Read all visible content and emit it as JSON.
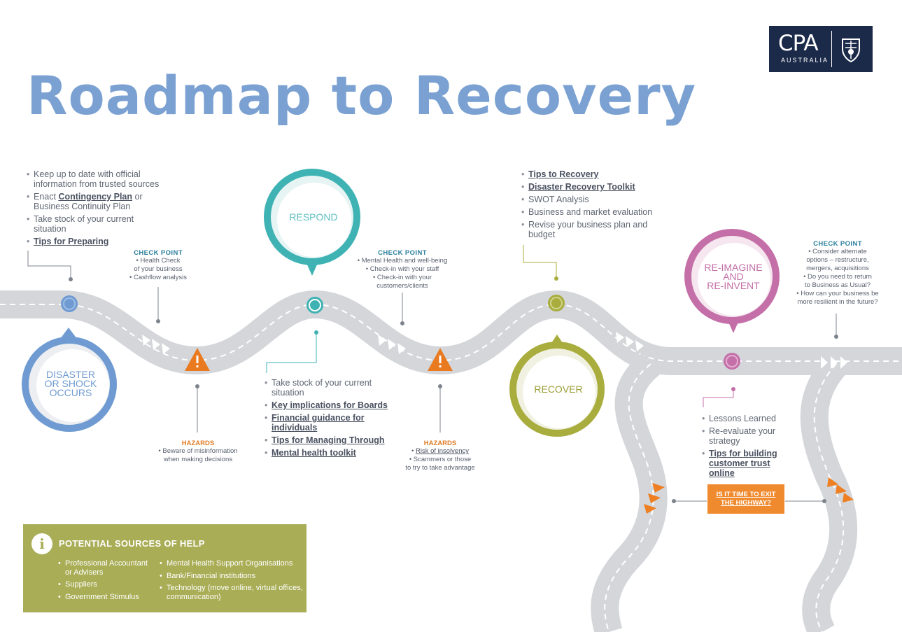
{
  "title": "Roadmap to Recovery",
  "logo": {
    "name": "CPA",
    "sub": "AUSTRALIA"
  },
  "colors": {
    "title": "#7aa1d2",
    "respond": "#3fb2b4",
    "disaster": "#6f9bd2",
    "recover": "#a9ad3d",
    "reimagine": "#c46fa8",
    "hazard": "#e97a1f",
    "help": "#a9ad56",
    "road": "#d4d6da"
  },
  "stages": {
    "disaster": "DISASTER\nOR SHOCK\nOCCURS",
    "respond": "RESPOND",
    "recover": "RECOVER",
    "reimagine": "RE-IMAGINE\nAND\nRE-INVENT"
  },
  "disaster_list": [
    {
      "text": "Keep up to date with official information from trusted sources"
    },
    {
      "pre": "Enact ",
      "link": "Contingency Plan",
      "post": " or Business Continuity Plan"
    },
    {
      "text": "Take stock of your current situation"
    },
    {
      "link": "Tips for Preparing"
    }
  ],
  "checkpoint1": {
    "title": "CHECK POINT",
    "text": "• Health Check\nof your business\n• Cashflow analysis"
  },
  "checkpoint2": {
    "title": "CHECK POINT",
    "text": "• Mental Health and well-being\n• Check-in with your staff\n• Check-in with your\ncustomers/clients"
  },
  "checkpoint3": {
    "title": "CHECK POINT",
    "text": "• Consider alternate\noptions – restructure,\nmergers, acquisitions\n• Do you need to return\nto Business as Usual?\n• How can your business be\nmore resilient in the future?"
  },
  "hazard1": {
    "title": "HAZARDS",
    "text": "• Beware of misinformation\nwhen making decisions"
  },
  "hazard2": {
    "title": "HAZARDS",
    "link": "Risk of insolvency",
    "text": "• Scammers or those\nto try to take advantage"
  },
  "respond_list": [
    {
      "text": "Take stock of your current situation"
    },
    {
      "link": "Key implications for Boards"
    },
    {
      "link": "Financial guidance for individuals"
    },
    {
      "link": "Tips for Managing Through"
    },
    {
      "link": "Mental health toolkit"
    }
  ],
  "recover_list": [
    {
      "link": "Tips to Recovery"
    },
    {
      "link": "Disaster Recovery Toolkit"
    },
    {
      "text": "SWOT Analysis"
    },
    {
      "text": "Business and market evaluation"
    },
    {
      "text": "Revise your business plan and budget"
    }
  ],
  "reimagine_list": [
    {
      "text": "Lessons Learned"
    },
    {
      "text": "Re-evaluate your strategy"
    },
    {
      "link": "Tips for building customer trust online"
    }
  ],
  "exit": "IS IT TIME TO EXIT\nTHE HIGHWAY?",
  "help": {
    "icon": "info-icon",
    "icon_glyph": "i",
    "title": "POTENTIAL SOURCES OF HELP",
    "col1": [
      "Professional Accountant or Advisers",
      "Suppliers",
      "Government Stimulus"
    ],
    "col2": [
      "Mental Health Support Organisations",
      "Bank/Financial institutions",
      "Technology (move online, virtual offices, communication)"
    ]
  }
}
